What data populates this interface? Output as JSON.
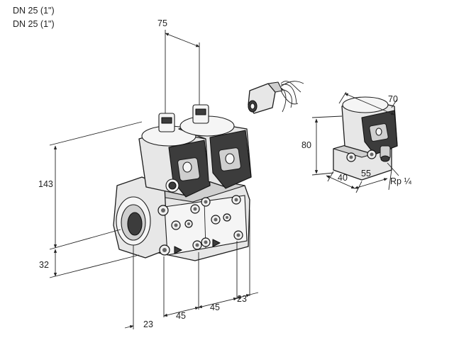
{
  "header": {
    "line1": "DN 25 (1\")",
    "line2": "DN 25 (1\")"
  },
  "dimensions": {
    "top_width": "75",
    "height": "143",
    "base": "32",
    "spacing_left": "23",
    "spacing_1": "45",
    "spacing_2": "45",
    "spacing_right": "23",
    "aux_width": "70",
    "aux_height": "80",
    "aux_depth1": "40",
    "aux_depth2": "55",
    "aux_port": "Rp ¼"
  },
  "colors": {
    "line": "#222222",
    "body_fill": "#e7e7e7",
    "dark_fill": "#3c3c3c"
  }
}
